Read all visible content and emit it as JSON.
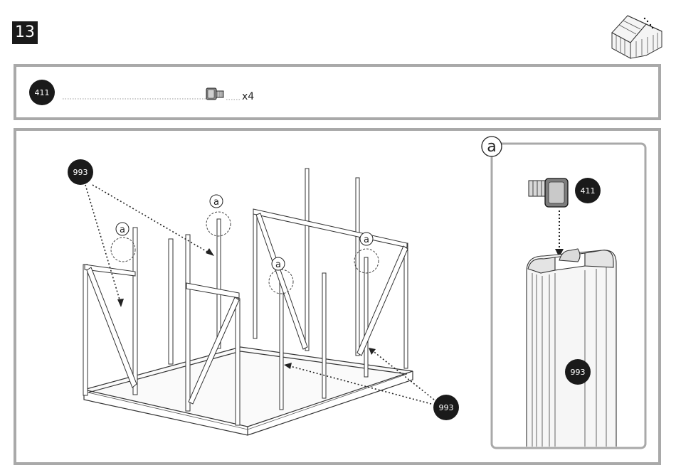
{
  "step": {
    "number": "13"
  },
  "parts": [
    {
      "part_number": "411",
      "quantity": "x4"
    }
  ],
  "main": {
    "callout_label": "a",
    "frame_part_number": "993"
  },
  "detail": {
    "label": "a",
    "screw_part_number": "411",
    "profile_part_number": "993"
  },
  "icons": [
    "greenhouse-thumbnail-icon",
    "screw-icon"
  ]
}
